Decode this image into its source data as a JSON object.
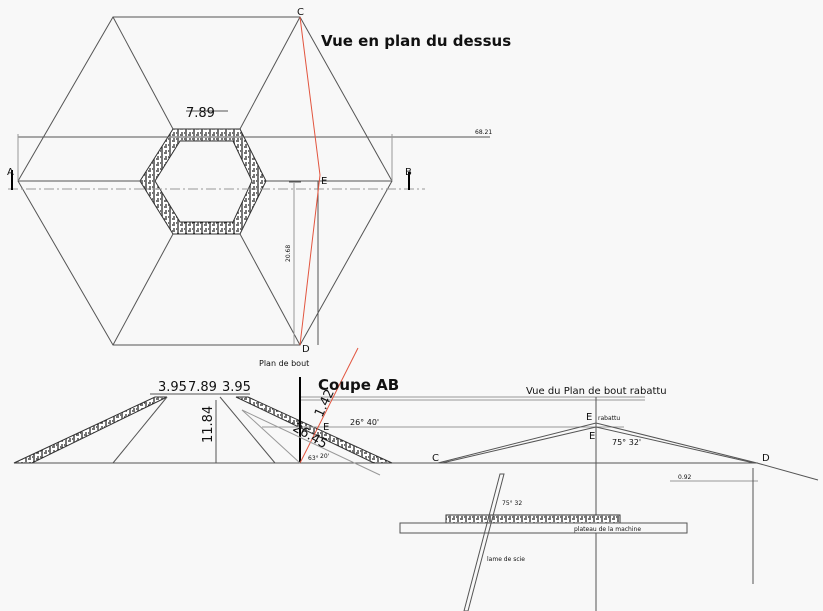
{
  "top_view": {
    "title": "Vue en plan du dessus",
    "dim_inner": "7.89",
    "dim_width": "68.21",
    "dim_height": "20.68",
    "label_a": "A",
    "label_b": "B",
    "label_c": "C",
    "label_d": "D",
    "label_e": "E"
  },
  "section": {
    "title": "Coupe AB",
    "plan_label": "Plan de bout",
    "dim_left": "3.95",
    "dim_mid": "7.89",
    "dim_right": "3.95",
    "dim_height": "11.84",
    "dim_rise": "1.42",
    "dim_slope": "26.45",
    "angle_top": "26° 40'",
    "angle_bottom": "63°",
    "angle_bottom_min": "20'",
    "label_e": "E",
    "label_c": "C"
  },
  "folded_view": {
    "title": "Vue du Plan de bout rabattu",
    "label_e_folded": "E",
    "folded_note": "rabattu",
    "label_e": "E",
    "label_c": "C",
    "label_d": "D",
    "angle": "75° 32'",
    "dim_offset": "0.92",
    "saw_angle": "75°  32",
    "plateau_label": "plateau de la machine",
    "blade_label": "lame de scie"
  },
  "colors": {
    "construction_line": "#e2553f",
    "line": "#555555"
  }
}
